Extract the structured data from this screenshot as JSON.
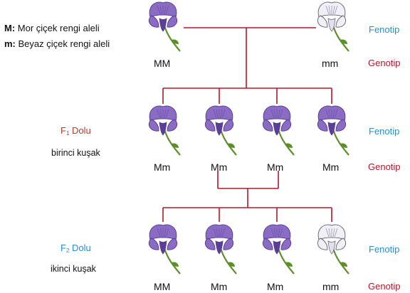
{
  "legend": {
    "dominant_key": "M:",
    "dominant_text": "Mor çiçek rengi aleli",
    "recessive_key": "m:",
    "recessive_text": "Beyaz çiçek rengi aleli"
  },
  "labels": {
    "fenotip": "Fenotip",
    "genotip": "Genotip"
  },
  "generations": {
    "p": {
      "genotypes": [
        "MM",
        "mm"
      ],
      "phenotypes": [
        "purple",
        "white"
      ]
    },
    "f1": {
      "prefix": "F",
      "sub": "1",
      "title_suffix": " Dolu",
      "subtitle": "birinci kuşak",
      "genotypes": [
        "Mm",
        "Mm",
        "Mm",
        "Mm"
      ],
      "phenotypes": [
        "purple",
        "purple",
        "purple",
        "purple"
      ]
    },
    "f2": {
      "prefix": "F",
      "sub": "2",
      "title_suffix": " Dolu",
      "subtitle": "ikinci kuşak",
      "genotypes": [
        "MM",
        "Mm",
        "Mm",
        "mm"
      ],
      "phenotypes": [
        "purple",
        "purple",
        "purple",
        "white"
      ]
    }
  },
  "colors": {
    "line": "#b0182a",
    "fenotip": "#2a8fc9",
    "genotip": "#b0182a",
    "generation_label": "#c0392b",
    "flower_purple": "#8b6cc4",
    "flower_purple_dark": "#5b3f96",
    "flower_white": "#f2f0f7",
    "stem": "#5c8f2a"
  }
}
